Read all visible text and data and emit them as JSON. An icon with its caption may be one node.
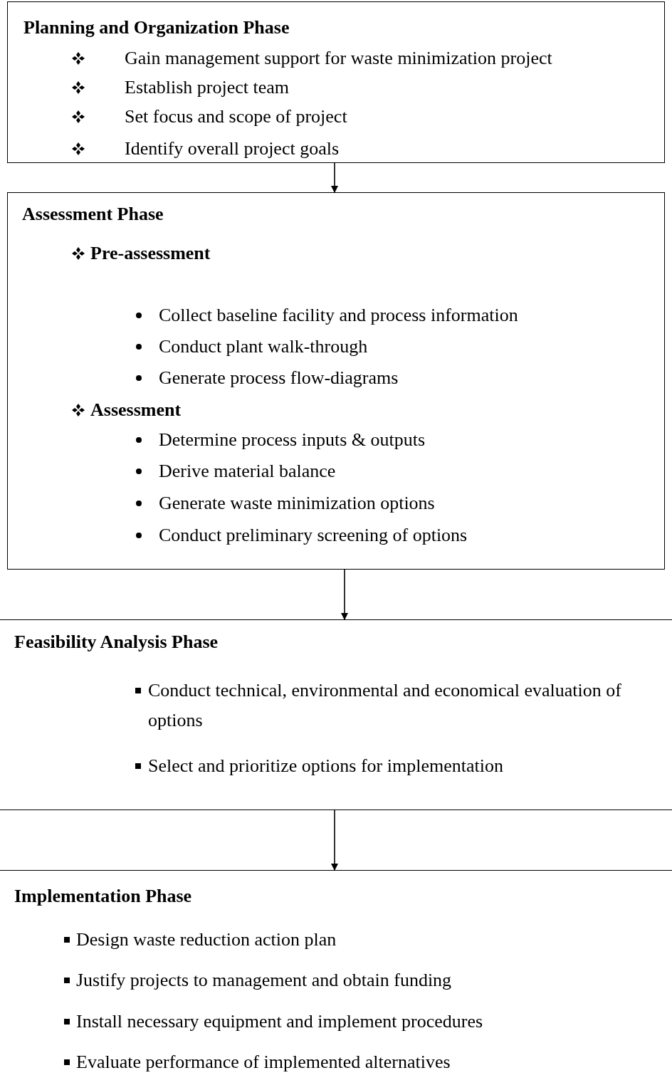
{
  "diagram": {
    "nodes": [
      {
        "text": [
          "Planning and Organization Phase",
          "Gain management support for waste minimization project",
          "Establish project team",
          "Set focus and scope of project",
          "Identify overall project goals"
        ]
      },
      {
        "text": [
          "Assessment Phase",
          "Pre-assessment",
          "Collect baseline facility and process information",
          "Conduct plant walk-through",
          "Generate process flow-diagrams",
          "Assessment",
          "Determine process inputs & outputs",
          "Derive material balance",
          "Generate waste minimization options",
          "Conduct preliminary screening of options"
        ]
      },
      {
        "text": [
          "Feasibility Analysis Phase",
          "Conduct technical, environmental and economical evaluation of options",
          "Select and prioritize options for implementation"
        ]
      },
      {
        "text": [
          "Implementation Phase",
          "Design waste reduction action plan",
          "Justify projects to management and obtain funding",
          "Install necessary equipment and implement procedures",
          "Evaluate performance of implemented alternatives"
        ]
      }
    ],
    "edges": [
      {
        "from": 0,
        "to": 1,
        "arrow": "to"
      },
      {
        "from": 1,
        "to": 2,
        "arrow": "to"
      },
      {
        "from": 2,
        "to": 3,
        "arrow": "to"
      }
    ]
  }
}
